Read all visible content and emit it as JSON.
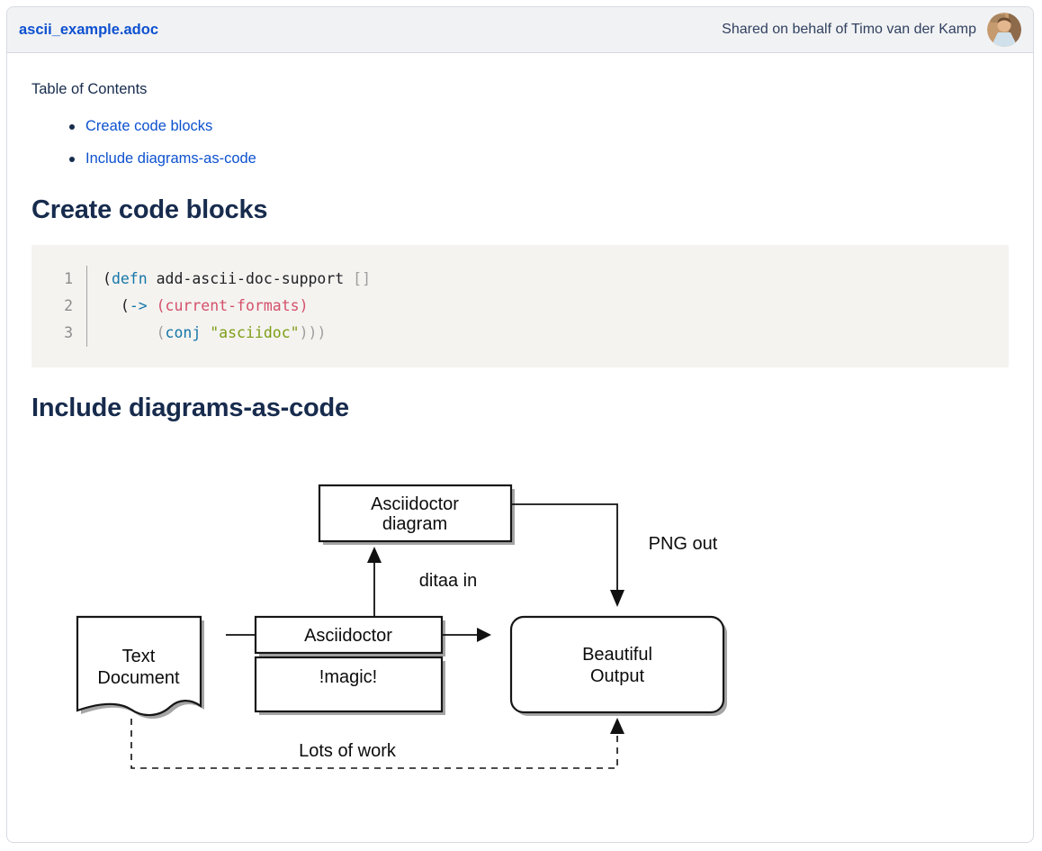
{
  "theme": {
    "link-blue": "#0d51cf",
    "heading-navy": "#172b4d",
    "text-navy": "#172b4d",
    "header-bg": "#f1f2f4",
    "card-border": "#d6dae1",
    "code-bg": "#f4f3f0"
  },
  "header": {
    "filename": "ascii_example.adoc",
    "shared_text": "Shared on behalf of Timo van der Kamp"
  },
  "toc": {
    "title": "Table of Contents",
    "items": [
      {
        "label": "Create code blocks"
      },
      {
        "label": "Include diagrams-as-code"
      }
    ]
  },
  "sections": {
    "code_blocks_heading": "Create code blocks",
    "diagrams_heading": "Include diagrams-as-code"
  },
  "code": {
    "colors": {
      "plain": "#1f2023",
      "kw": "#1676a8",
      "name": "#d4506a",
      "str": "#7d9d16",
      "punct": "#9e9e9e"
    },
    "lines": [
      {
        "number": "1",
        "tokens": [
          {
            "text": "(",
            "color": "plain"
          },
          {
            "text": "defn",
            "color": "kw"
          },
          {
            "text": " add-ascii-doc-support ",
            "color": "plain"
          },
          {
            "text": "[]",
            "color": "punct"
          }
        ]
      },
      {
        "number": "2",
        "tokens": [
          {
            "text": "  (",
            "color": "plain"
          },
          {
            "text": "->",
            "color": "kw"
          },
          {
            "text": " ",
            "color": "plain"
          },
          {
            "text": "(current-formats)",
            "color": "name"
          }
        ]
      },
      {
        "number": "3",
        "tokens": [
          {
            "text": "      ",
            "color": "plain"
          },
          {
            "text": "(",
            "color": "punct"
          },
          {
            "text": "conj",
            "color": "kw"
          },
          {
            "text": " ",
            "color": "plain"
          },
          {
            "text": "\"asciidoc\"",
            "color": "str"
          },
          {
            "text": ")))",
            "color": "punct"
          }
        ]
      }
    ]
  },
  "diagram": {
    "nodes": {
      "asciidoctor_diagram": {
        "line1": "Asciidoctor",
        "line2": "diagram"
      },
      "text_document": {
        "line1": "Text",
        "line2": "Document"
      },
      "asciidoctor": {
        "label": "Asciidoctor"
      },
      "magic": {
        "label": "!magic!"
      },
      "beautiful_output": {
        "line1": "Beautiful",
        "line2": "Output"
      }
    },
    "edge_labels": {
      "ditaa_in": "ditaa in",
      "png_out": "PNG out",
      "lots_of_work": "Lots of work"
    }
  }
}
